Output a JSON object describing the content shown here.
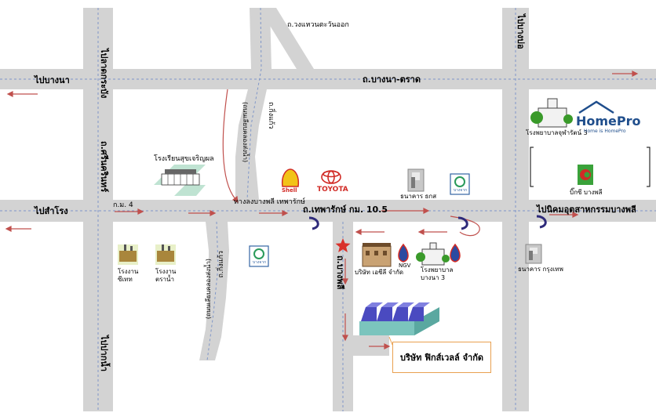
{
  "roads": {
    "top_road": "ถ.บางนา-ตราด",
    "main_road": "ถ.เทพารักษ์ กม. 10.5",
    "ring_road": "ถ.วงแหวนตะวันออก",
    "km4": "ก.ม. 4",
    "bypass": "ทางลงบางพลี เทพารักษ์",
    "kingkaew_1": "ถ.กิ่งแก้ว",
    "kingkaew_1_sub": "(ถนนเลียบคลองส่งน้ำ)",
    "kingkaew_2": "ถ.กิ่งแก้ว",
    "kingkaew_2_sub": "(ถนนเลียบคลองส่งน้ำ)",
    "srinakarin": "ถ.ศรีนครินทร์",
    "bang_plee": "ถ.บางพลี"
  },
  "directions": {
    "to_bangna": "ไปบางนา",
    "to_samrong": "ไปสำโรง",
    "to_latkrabang": "ไปลาดกระบัง",
    "to_pakkret": "ไปปากน้ำ",
    "to_industrial": "ไปนิคมอุตสาหกรรมบางพลี",
    "to_bangbo": "ไปบางบ่อ"
  },
  "landmarks": {
    "school": "โรงเรียนสุขเจริญผล",
    "shell": "Shell",
    "toyota": "TOYOTA",
    "tmb": "ธนาคาร ธกส",
    "hospital_top": "โรงพยาบาลจุฬารัตน์ 3",
    "homepro": "HomePro",
    "homepro_sub": "Home is HomePro",
    "bigc": "บิ๊กซี บางพลี",
    "factory_1": "โรงงาน ซีเทท",
    "factory_2": "โรงงาน ตราน้ำ",
    "company_msc": "บริษัท เอชีลี จำกัด",
    "ngv": "NGV",
    "hospital_bangna": "โรงพยาบาล บางนา 3",
    "bbl": "ธนาคาร กรุงเทพ",
    "bank_blue_1": "บางจาก",
    "bank_blue_2": "บางจาก",
    "destination": "บริษัท ฟิกส์เวลล์ จำกัด"
  },
  "colors": {
    "road": "#d3d3d3",
    "centerline": "#7f96c8",
    "arrow": "#c0504d",
    "uturn": "#2e2a7a",
    "star": "#d9312b",
    "callout_border": "#e9a050",
    "homepro_blue": "#1f4e8c"
  },
  "icons": [
    "star-icon",
    "shell-logo-icon",
    "toyota-logo-icon",
    "bank-icon",
    "hospital-icon",
    "fuel-drop-icon",
    "factory-icon",
    "school-icon",
    "bigc-logo-icon",
    "homepro-house-icon",
    "uturn-icon"
  ]
}
